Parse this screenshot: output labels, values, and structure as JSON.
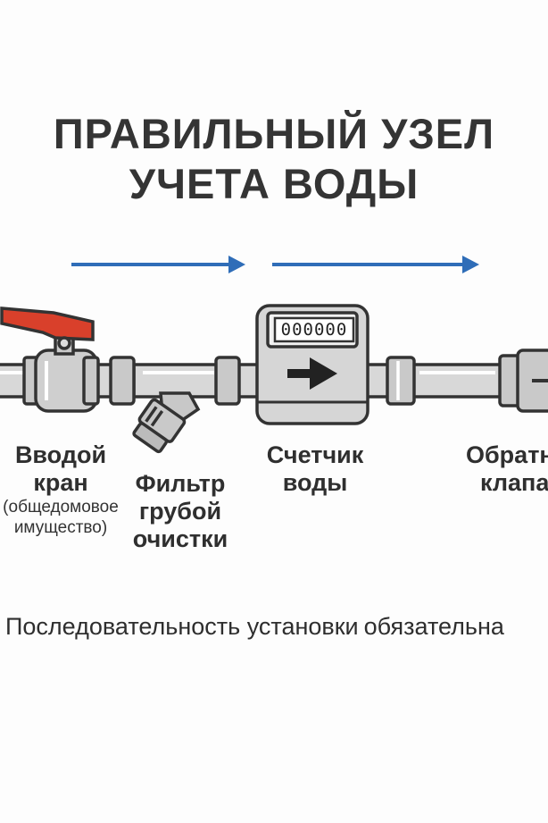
{
  "title": {
    "line1": "ПРАВИЛЬНЫЙ УЗЕЛ",
    "line2": "УЧЕТА ВОДЫ"
  },
  "meter": {
    "readout": "000000"
  },
  "labels": {
    "valve": {
      "line1": "Вводой",
      "line2": "кран",
      "sub1": "(общедомовое",
      "sub2": "имущество)"
    },
    "filter": {
      "line1": "Фильтр",
      "line2": "грубой",
      "line3": "очистки"
    },
    "meter": {
      "line1": "Счетчик",
      "line2": "воды"
    },
    "check_valve": {
      "line1": "Обратн",
      "line2": "клапан"
    }
  },
  "footer": {
    "part1": "Последовательность установки",
    "part2": "обязательна"
  },
  "colors": {
    "flow_arrow": "#2f6db8",
    "valve_handle": "#d9402b",
    "pipe": "#d8d8d8",
    "outline": "#333333"
  }
}
